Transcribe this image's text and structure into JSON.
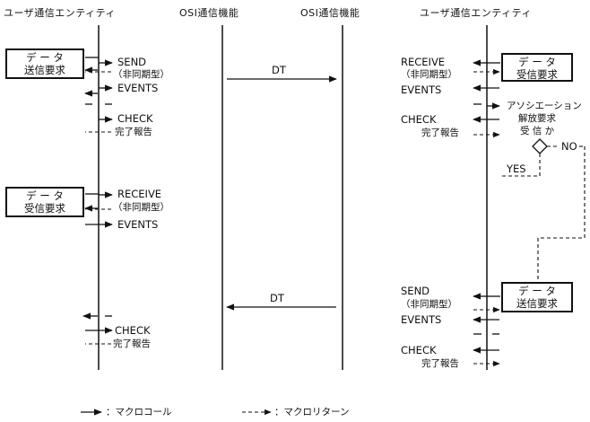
{
  "headers": {
    "user_left": "ユーザ通信エンティティ",
    "osi_left": "OSI通信機能",
    "osi_right": "OSI通信機能",
    "user_right": "ユーザ通信エンティティ"
  },
  "left": {
    "send_request": [
      "デ ー タ",
      "送信要求"
    ],
    "receive_request": [
      "デ ー タ",
      "受信要求"
    ],
    "send": "SEND",
    "async1": "（非同期型）",
    "events1": "EVENTS",
    "check1": "CHECK",
    "done1": "完了報告",
    "receive": "RECEIVE",
    "async2": "（非同期型）",
    "events2": "EVENTS",
    "check2": "CHECK",
    "done2": "完了報告"
  },
  "center": {
    "dt1": "DT",
    "dt2": "DT"
  },
  "right": {
    "receive_request": [
      "デ ー タ",
      "受信要求"
    ],
    "send_request": [
      "デ ー タ",
      "送信要求"
    ],
    "receive": "RECEIVE",
    "async1": "（非同期型）",
    "events1": "EVENTS",
    "assoc": [
      "アソシエーション",
      "解放要求",
      "受 信 か"
    ],
    "check1": "CHECK",
    "done1": "完了報告",
    "no": "NO",
    "yes": "YES",
    "send": "SEND",
    "async2": "（非同期型）",
    "events2": "EVENTS",
    "check2": "CHECK",
    "done2": "完了報告"
  },
  "legend": {
    "call": "：マクロコール",
    "return": "：マクロリターン"
  }
}
